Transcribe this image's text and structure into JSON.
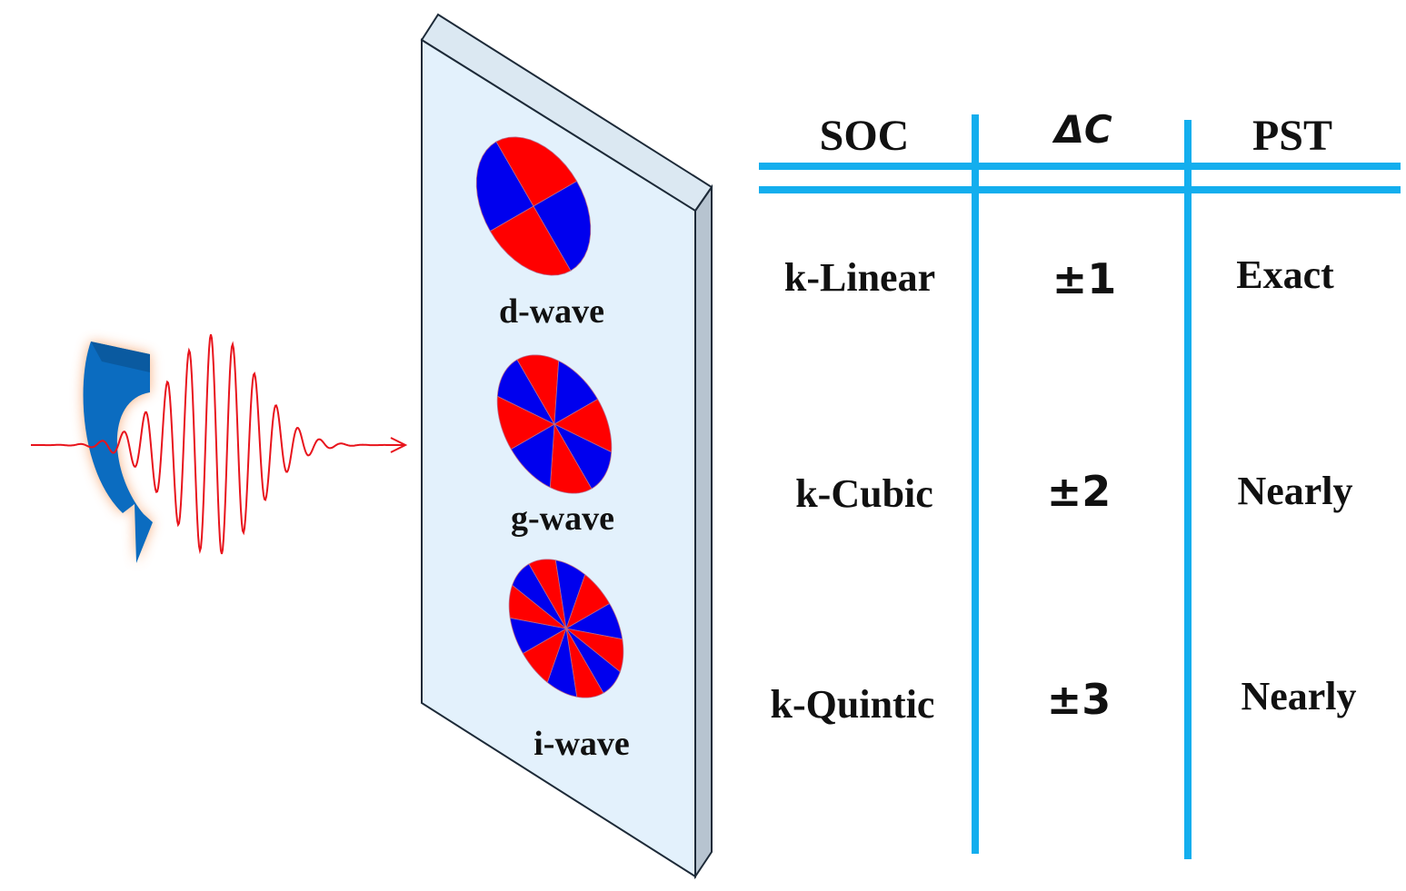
{
  "panel": {
    "wave_labels": [
      "d-wave",
      "g-wave",
      "i-wave"
    ],
    "sector_counts": [
      4,
      8,
      12
    ],
    "colors": {
      "red": "#ff0000",
      "blue": "#0000ee",
      "panel_face": "#e3f1fc",
      "panel_side": "#b7c4d0"
    }
  },
  "pulse": {
    "colors": {
      "wave": "#e8141c",
      "arrow": "#0b6cc0",
      "glow": "#f7a26a"
    }
  },
  "table": {
    "headers": {
      "soc": "SOC",
      "delta_c": "ΔC",
      "pst": "PST"
    },
    "rows": [
      {
        "soc": "k-Linear",
        "delta_c": "±1",
        "pst": "Exact"
      },
      {
        "soc": "k-Cubic",
        "delta_c": "±2",
        "pst": "Nearly"
      },
      {
        "soc": "k-Quintic",
        "delta_c": "±3",
        "pst": "Nearly"
      }
    ],
    "line_color": "#13aeee"
  }
}
